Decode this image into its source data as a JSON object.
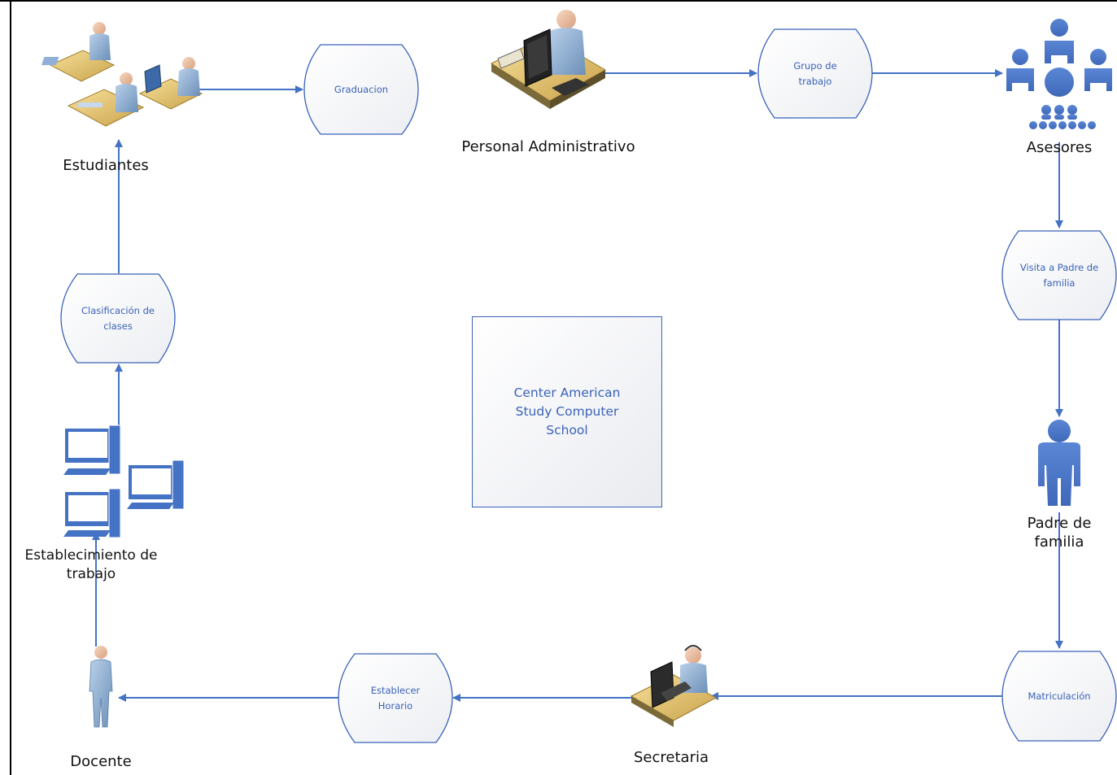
{
  "diagram": {
    "center_box": "Center American Study Computer School",
    "nodes": {
      "graduacion": "Graduacion",
      "grupo_trabajo": "Grupo de trabajo",
      "visita_padre": "Visita a Padre de familia",
      "matriculacion": "Matriculación",
      "establecer_horario": "Establecer Horario",
      "clasificacion_clases": "Clasificación de clases"
    },
    "actors": {
      "estudiantes": "Estudiantes",
      "personal_administrativo": "Personal Administrativo",
      "asesores": "Asesores",
      "padre_familia": "Padre de familia",
      "secretaria": "Secretaria",
      "docente": "Docente",
      "establecimiento_trabajo": "Establecimiento de trabajo"
    },
    "colors": {
      "flow": "#4472c4",
      "shape_text": "#3a62b8",
      "people_icon": "#4472c4"
    },
    "icons": [
      "students-at-desks-icon",
      "admin-at-computer-icon",
      "advisors-group-icon",
      "parent-person-icon",
      "secretary-headset-icon",
      "teacher-person-icon",
      "computers-icon"
    ]
  }
}
